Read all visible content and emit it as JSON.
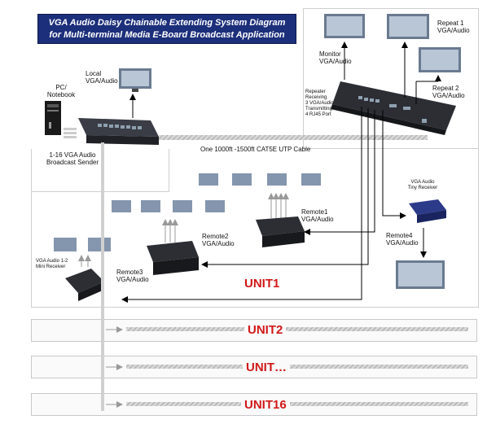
{
  "title": {
    "line1": "VGA Audio Daisy Chainable Extending System Diagram",
    "line2": "for Multi-terminal Media E-Board Broadcast Application"
  },
  "labels": {
    "pc": [
      "PC/",
      "Notebook"
    ],
    "local": [
      "Local",
      "VGA/Audio"
    ],
    "sender": [
      "1-16 VGA Audio",
      "Broadcast Sender"
    ],
    "cable": "One 1000ft -1500ft CAT5E UTP Cable",
    "monitor": [
      "Monitor",
      "VGA/Audio"
    ],
    "repeat1": [
      "Repeat 1",
      "VGA/Audio"
    ],
    "repeat2": [
      "Repeat 2",
      "VGA/Audio"
    ],
    "repeater": [
      "Repeater",
      "Receiving",
      "3 VGA/Audio",
      "Transmitting",
      "4 RJ45 Port"
    ],
    "tiny_receiver": [
      "VGA Audio",
      "Tiny Receiver"
    ],
    "remote1": [
      "Remote1",
      "VGA/Audio"
    ],
    "remote2": [
      "Remote2",
      "VGA/Audio"
    ],
    "remote3": [
      "Remote3",
      "VGA/Audio"
    ],
    "remote4": [
      "Remote4",
      "VGA/Audio"
    ],
    "mini_receiver": [
      "VGA Audio  1-2",
      "Mini Receiver"
    ]
  },
  "units": [
    "UNIT1",
    "UNIT2",
    "UNIT…",
    "UNIT16"
  ],
  "colors": {
    "title_bg": "#1c2f7a",
    "unit_text": "#d01818",
    "device": "#2b2b2e",
    "cable": "#bbbbbb"
  }
}
